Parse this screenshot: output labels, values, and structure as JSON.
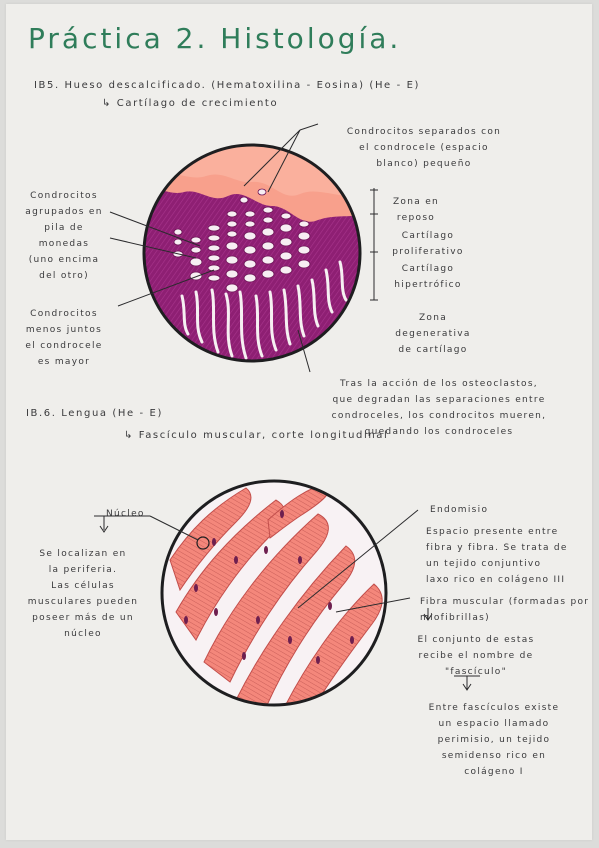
{
  "title": "Práctica 2. Histología.",
  "section1": {
    "heading": "IB5. Hueso descalcificado. (Hematoxilina - Eosina) (He - E)",
    "subheading": "↳ Cartílago de crecimiento",
    "label_top": "Condrocitos separados con\nel condrocele (espacio\nblanco) pequeño",
    "label_left_1": "Condrocitos\nagrupados en\npila de\nmonedas\n(uno encima\ndel otro)",
    "label_left_2": "Condrocitos\nmenos juntos\nel condrocele\nes mayor",
    "zones": [
      "Zona en\nreposo",
      "Cartílago\nproliferativo",
      "Cartílago\nhipertrófico",
      "Zona\ndegenerativa\nde cartílago"
    ],
    "label_bottom": "Tras la acción de los osteoclastos,\nque degradan las separaciones entre\ncondroceles, los condrocitos mueren,\nquedando los condroceles"
  },
  "section2": {
    "heading": "IB.6. Lengua (He - E)",
    "subheading": "↳ Fascículo muscular, corte longitudinal",
    "nucleo_title": "Núcleo",
    "nucleo_text": "Se localizan en\nla periferia.\nLas células\nmusculares pueden\nposeer más de un\nnúcleo",
    "endomisio_title": "Endomisio",
    "endomisio_text": "Espacio presente entre\nfibra y fibra. Se trata de\nun tejido conjuntivo\nlaxo rico en colágeno III",
    "fibra_title": "Fibra muscular (formadas por\nmiofibrillas)",
    "fibra_text": "El conjunto de estas\nrecibe el nombre de\n\"fascículo\"",
    "perimisio_text": "Entre fascículos existe\nun espacio llamado\nperimisio, un tejido\nsemidenso rico en\ncolágeno I"
  },
  "colors": {
    "title_green": "#2f7d5a",
    "ink": "#3a3a3c",
    "cartilage_purple": "#8e1f73",
    "salmon": "#f59a88",
    "muscle_pink": "#f07c72"
  }
}
